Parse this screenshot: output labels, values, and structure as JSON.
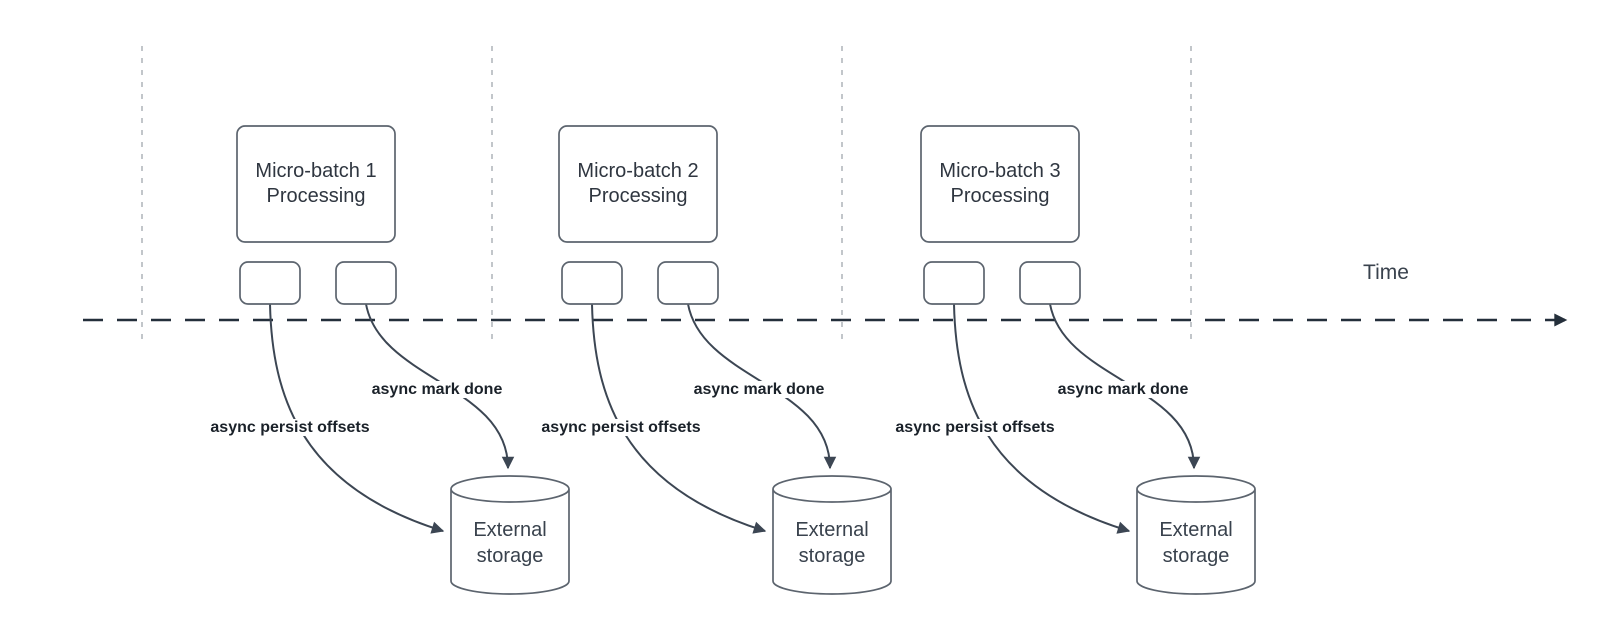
{
  "diagram": {
    "time_label": "Time",
    "groups": [
      {
        "title_line1": "Micro-batch 1",
        "title_line2": "Processing",
        "persist_label": "async persist offsets",
        "mark_label": "async mark done",
        "storage_line1": "External",
        "storage_line2": "storage"
      },
      {
        "title_line1": "Micro-batch 2",
        "title_line2": "Processing",
        "persist_label": "async persist offsets",
        "mark_label": "async mark done",
        "storage_line1": "External",
        "storage_line2": "storage"
      },
      {
        "title_line1": "Micro-batch 3",
        "title_line2": "Processing",
        "persist_label": "async persist offsets",
        "mark_label": "async mark done",
        "storage_line1": "External",
        "storage_line2": "storage"
      }
    ]
  }
}
